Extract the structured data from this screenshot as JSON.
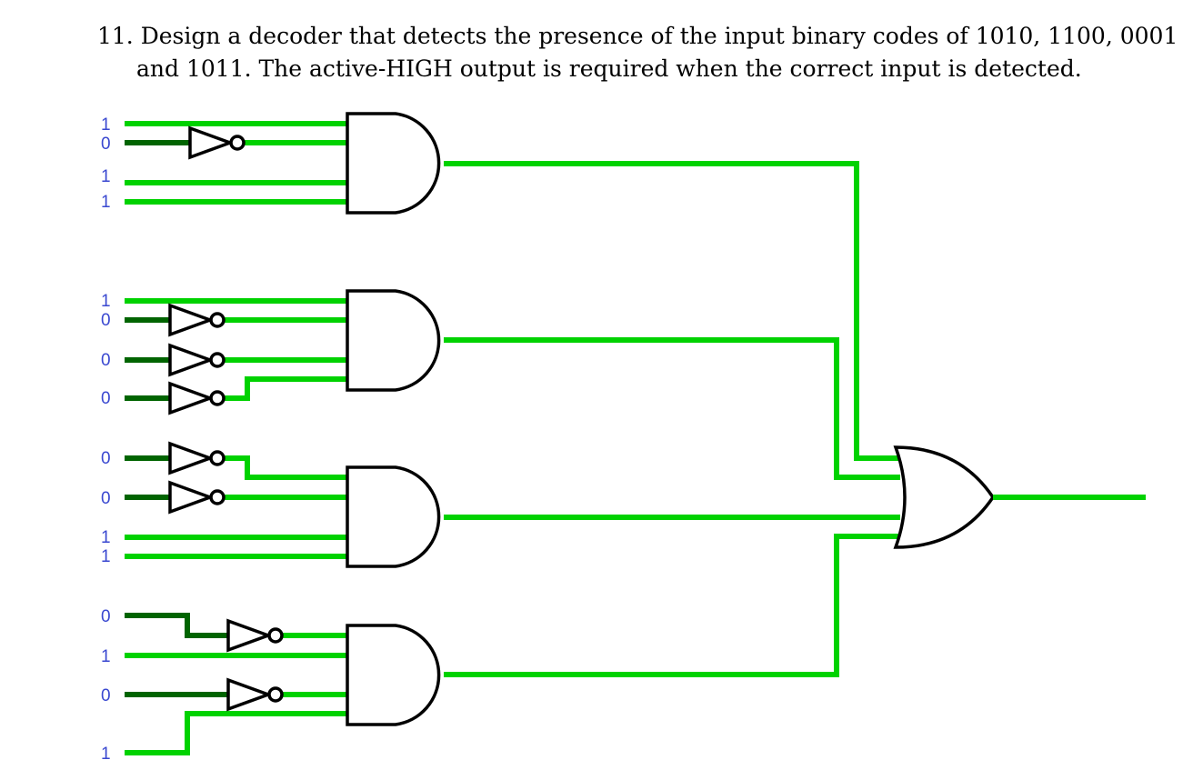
{
  "question": {
    "number": "11.",
    "line1": "Design a decoder that detects the presence of the input binary codes of 1010, 1100, 0001",
    "line2": "and 1011. The active-HIGH output is required when the correct input is detected."
  },
  "detected_codes": [
    "1010",
    "1100",
    "0001",
    "1011"
  ],
  "colors": {
    "wire_high": "#00d200",
    "wire_low": "#006400",
    "input_label": "#3a48d0",
    "gate_outline": "#000000"
  },
  "and_gates": [
    {
      "name": "and-gate-1",
      "inputs": [
        "1",
        "0",
        "1",
        "1"
      ],
      "inverted": [
        false,
        true,
        false,
        false
      ]
    },
    {
      "name": "and-gate-2",
      "inputs": [
        "1",
        "0",
        "0",
        "0"
      ],
      "inverted": [
        false,
        true,
        true,
        true
      ]
    },
    {
      "name": "and-gate-3",
      "inputs": [
        "0",
        "0",
        "1",
        "1"
      ],
      "inverted": [
        true,
        true,
        false,
        false
      ]
    },
    {
      "name": "and-gate-4",
      "inputs": [
        "0",
        "1",
        "0",
        "1"
      ],
      "inverted": [
        true,
        false,
        true,
        false
      ]
    }
  ],
  "or_gate": {
    "name": "or-gate",
    "inputs": 4
  }
}
